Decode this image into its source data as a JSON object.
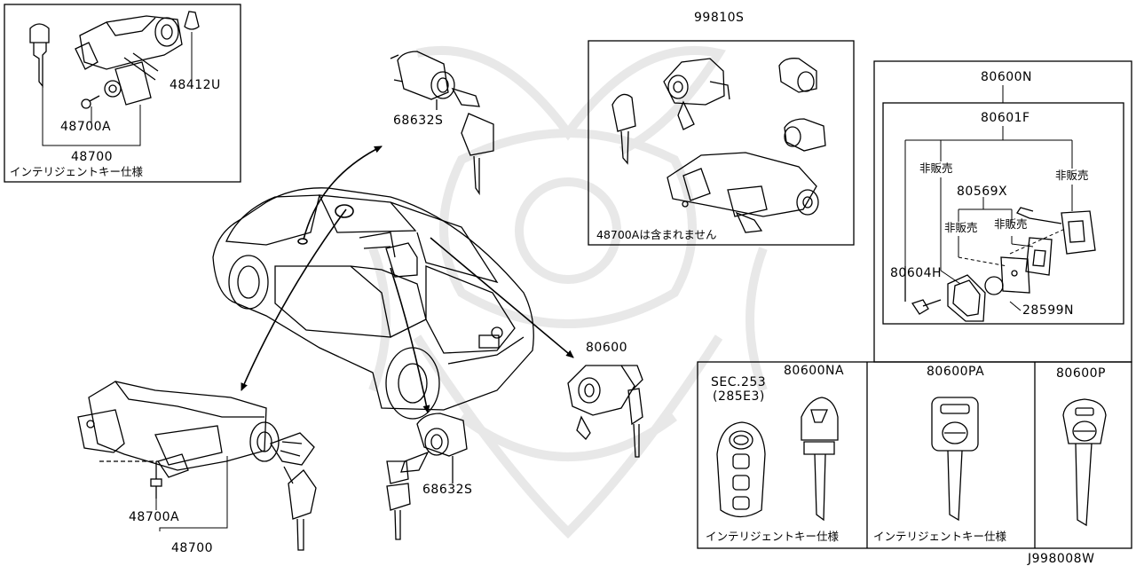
{
  "labels": {
    "p48412U": "48412U",
    "p48700A_top": "48700A",
    "p48700_top": "48700",
    "note_intelligent_top": "インテリジェントキー仕様",
    "p68632S_top": "68632S",
    "p99810S": "99810S",
    "note_48700A_excluded": "48700Aは含まれません",
    "p80600N": "80600N",
    "p80601F": "80601F",
    "hibaibai_left": "非販売",
    "hibaibai_right": "非販売",
    "p80569X": "80569X",
    "hibaibai_mid1": "非販売",
    "hibaibai_mid2": "非販売",
    "p80604H": "80604H",
    "p28599N": "28599N",
    "p80600": "80600",
    "p68632S_bottom": "68632S",
    "p48700A_bottom": "48700A",
    "p48700_bottom": "48700",
    "sec253": "SEC.253",
    "sec253_sub": "(285E3)",
    "p80600NA": "80600NA",
    "p80600PA": "80600PA",
    "p80600P": "80600P",
    "note_intelligent_key1": "インテリジェントキー仕様",
    "note_intelligent_key2": "インテリジェントキー仕様",
    "diagram_id": "J998008W"
  },
  "colors": {
    "line": "#000000",
    "watermark": "#e4e4e4",
    "background": "#ffffff"
  }
}
